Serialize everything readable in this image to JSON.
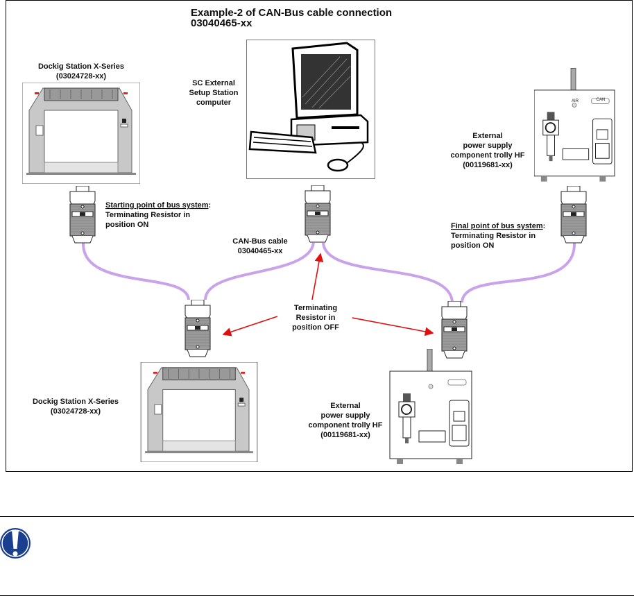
{
  "diagram": {
    "title_line1": "Example-2 of CAN-Bus cable connection",
    "title_line2": "03040465-xx",
    "dock_top": {
      "line1": "Dockig Station X-Series",
      "line2": "(03024728-xx)"
    },
    "dock_bottom": {
      "line1": "Dockig Station X-Series",
      "line2": "(03024728-xx)"
    },
    "computer": {
      "line1": "SC External",
      "line2": "Setup Station",
      "line3": "computer"
    },
    "psu_top": {
      "line1": "External",
      "line2": "power supply",
      "line3": "component trolly HF",
      "line4": "(00119681-xx)"
    },
    "psu_bottom": {
      "line1": "External",
      "line2": "power supply",
      "line3": "component trolly HF",
      "line4": "(00119681-xx)"
    },
    "psu_panel": {
      "air": "AIR",
      "can": "CAN"
    },
    "start_point": {
      "heading": "Starting point of bus system",
      "colon": ":",
      "line2": "Terminating Resistor in",
      "line3": "position ON"
    },
    "final_point": {
      "heading": "Final point of bus system",
      "colon": ":",
      "line2": "Terminating Resistor in",
      "line3": "position ON"
    },
    "cable": {
      "line1": "CAN-Bus cable",
      "line2": "03040465-xx"
    },
    "off_note": {
      "line1": "Terminating",
      "line2": "Resistor in",
      "line3": "position OFF"
    },
    "colors": {
      "cable": "#c9a3ea",
      "arrow": "#e01010",
      "warning_icon": "#1a3f8f"
    }
  },
  "notice": {
    "icon": "exclamation-icon"
  }
}
